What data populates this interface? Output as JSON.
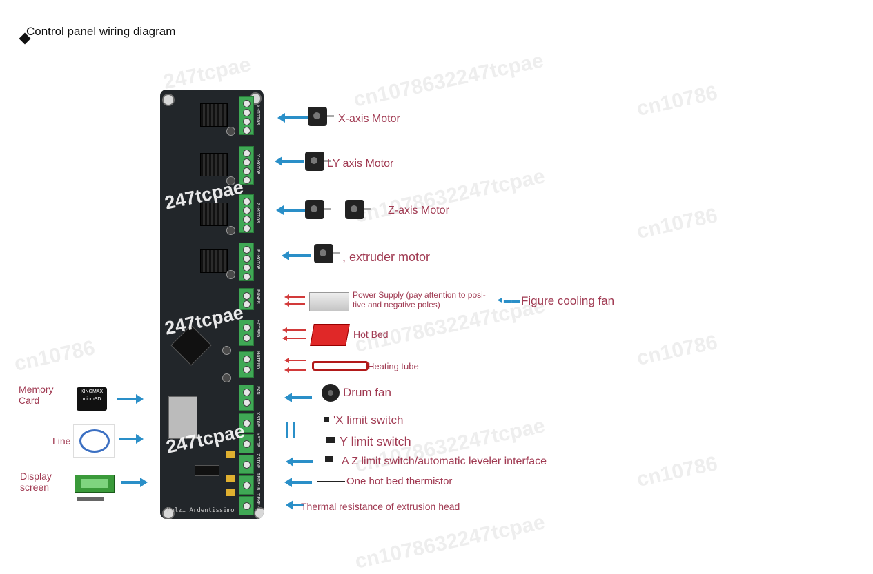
{
  "title": "Control panel wiring diagram",
  "watermark": [
    "cn1078632247tcpae",
    "cn1078632247tcpae",
    "cn10786",
    "cn10786",
    "cn10786",
    "cn1078632247tcpae",
    "cn1078632247tcpae",
    "cn10786",
    "cn1078632247tcpae",
    "cn10786",
    "247tcpae"
  ],
  "board_watermark": [
    "247tcpae",
    "247tcpae",
    "247tcpae"
  ],
  "board": {
    "name": "Melzi Ardentissimo",
    "connectors": [
      "X-MOTOR",
      "Y-MOTOR",
      "Z-MOTOR",
      "E-MOTOR",
      "POWER",
      "HOTBED",
      "HOTEND",
      "FAN",
      "XSTOP",
      "YSTOP",
      "ZSTOP",
      "TEMP-B",
      "TEMP-E"
    ]
  },
  "sd_card": {
    "brand": "KINGMAX",
    "sub": "microSD"
  },
  "right_labels": {
    "x_motor": "X-axis Motor",
    "y_motor": "LY axis Motor",
    "z_motor": "Z-axis Motor",
    "e_motor": ", extruder motor",
    "power": "Power Supply (pay attention to posi-tive and negative poles)",
    "cooling_fan": "Figure cooling fan",
    "hot_bed": "Hot Bed",
    "heating_tube": "Heating tube",
    "drum_fan": "Drum fan",
    "x_limit": "'X limit switch",
    "y_limit": "Y limit switch",
    "z_limit": "A Z limit switch/automatic leveler interface",
    "bed_thermistor": "One hot bed thermistor",
    "head_thermal": "Thermal resistance of extrusion head"
  },
  "left_labels": {
    "memory_card": "Memory Card",
    "line": "Line",
    "display_screen": "Display screen"
  },
  "colors": {
    "arrow": "#2a8fc8",
    "label": "#a03a52",
    "board": "#22262a",
    "terminal": "#3fa855",
    "red_arrow": "#d23a3a"
  },
  "icons": [
    "stepper-motor-icon",
    "power-supply-icon",
    "heated-bed-icon",
    "heating-tube-icon",
    "drum-fan-icon",
    "limit-switch-icon",
    "thermistor-icon",
    "sd-card-icon",
    "usb-cable-icon",
    "lcd-screen-icon"
  ]
}
